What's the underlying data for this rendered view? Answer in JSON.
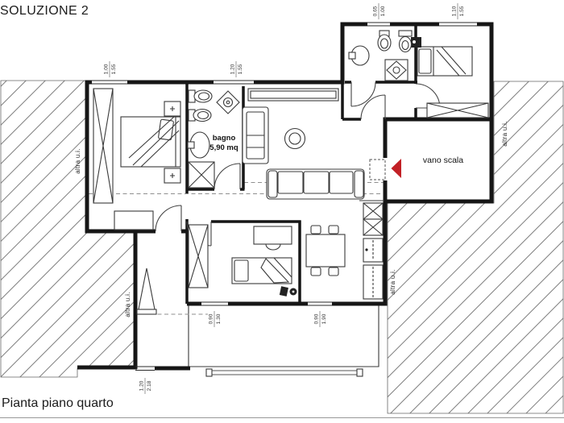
{
  "title": "SOLUZIONE 2",
  "caption": "Pianta piano quarto",
  "labels": {
    "bagno_name": "bagno",
    "bagno_area": "5,90 mq",
    "vano_scala": "vano scala",
    "altra_ui": "altra u.i."
  },
  "dims": [
    {
      "w": "1.00",
      "h": "1.55"
    },
    {
      "w": "1.20",
      "h": "1.55"
    },
    {
      "w": "0.65",
      "h": "1.00"
    },
    {
      "w": "1.10",
      "h": "1.55"
    },
    {
      "w": "0.90",
      "h": "1.30"
    },
    {
      "w": "0.90",
      "h": "1.90"
    },
    {
      "w": "1.20",
      "h": "2.18"
    }
  ],
  "colors": {
    "wall": "#161616",
    "hatch_line": "#7e7e7e",
    "accent_red": "#c22026"
  }
}
